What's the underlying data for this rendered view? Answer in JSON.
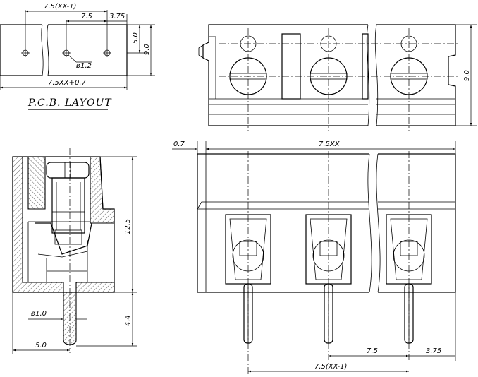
{
  "pcb_layout": {
    "title": "P.C.B. LAYOUT",
    "dim_top": "7.5(XX-1)",
    "dim_pitch": "7.5",
    "dim_half": "3.75",
    "dim_50": "5.0",
    "dim_90": "9.0",
    "dim_hole": "ø1.2",
    "dim_total": "7.5XX+0.7"
  },
  "top_view": {
    "dim_height": "9.0"
  },
  "side_view": {
    "dim_125": "12.5",
    "dim_44": "4.4",
    "dim_pin": "ø1.0",
    "dim_50": "5.0"
  },
  "front_view": {
    "dim_07": "0.7",
    "dim_width": "7.5XX",
    "dim_pitch": "7.5",
    "dim_half": "3.75",
    "dim_span": "7.5(XX-1)"
  }
}
